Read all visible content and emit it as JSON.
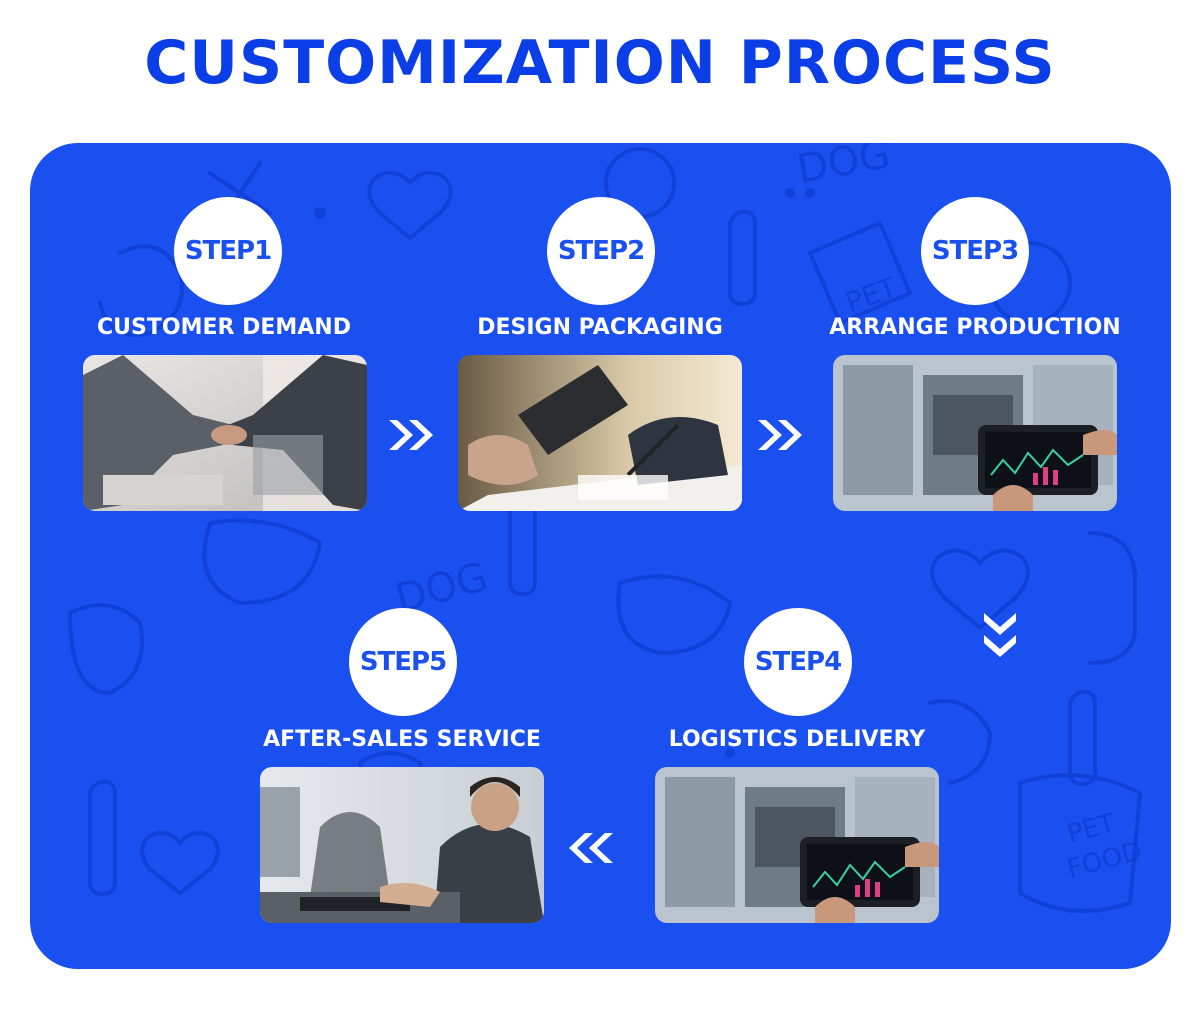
{
  "title": "CUSTOMIZATION PROCESS",
  "colors": {
    "title": "#0b3ee6",
    "panel": "#1a4ff0",
    "circle_bg": "#ffffff",
    "label": "#ffffff"
  },
  "steps": [
    {
      "badge": "STEP1",
      "label": "CUSTOMER DEMAND",
      "photo": "business-handshake"
    },
    {
      "badge": "STEP2",
      "label": "DESIGN PACKAGING",
      "photo": "tablet-meeting"
    },
    {
      "badge": "STEP3",
      "label": "ARRANGE PRODUCTION",
      "photo": "factory-tablet"
    },
    {
      "badge": "STEP4",
      "label": "LOGISTICS DELIVERY",
      "photo": "factory-tablet"
    },
    {
      "badge": "STEP5",
      "label": "AFTER-SALES SERVICE",
      "photo": "call-center"
    }
  ],
  "arrows": [
    {
      "name": "right-double-chevron-icon"
    },
    {
      "name": "right-double-chevron-icon"
    },
    {
      "name": "down-double-chevron-icon"
    },
    {
      "name": "left-double-chevron-icon"
    }
  ]
}
